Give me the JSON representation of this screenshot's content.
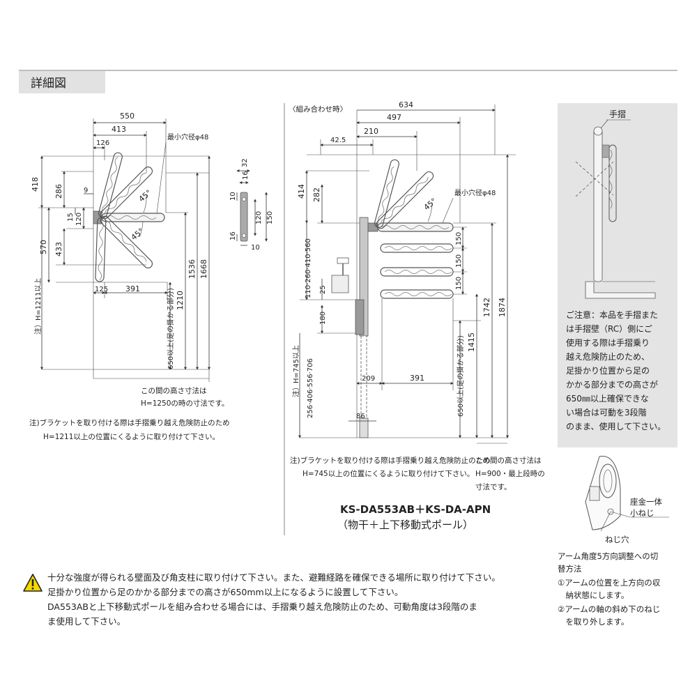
{
  "header": {
    "title": "詳細図"
  },
  "left_drawing": {
    "dims": {
      "w550": "550",
      "w413": "413",
      "w126": "126",
      "w9": "9",
      "h418": "418",
      "h286": "286",
      "h15": "15",
      "h120": "120",
      "h570": "570",
      "h433": "433",
      "w125": "125",
      "w391": "391",
      "h1210": "1210",
      "h1536": "1536",
      "h1668": "1668",
      "angle_up": "45°",
      "angle_down": "45°",
      "hole": "最小穴径φ48",
      "vertical_note": "注）H=1211以上",
      "foot_label": "650以上(足の掛かる部分)"
    },
    "bracket": {
      "w32": "32",
      "w16": "16",
      "h10a": "10",
      "h120": "120",
      "h150": "150",
      "h16": "16",
      "w10": "10"
    },
    "height_note": [
      "この間の高さ寸法は",
      "H=1250の時の寸法です。"
    ],
    "bracket_note": [
      "注)ブラケットを取り付ける際は手摺乗り越え危険防止のため",
      "H=1211以上の位置にくるように取り付けて下さい。"
    ]
  },
  "right_drawing": {
    "combo_label": "〈組み合わせ時〉",
    "dims": {
      "w634": "634",
      "w497": "497",
      "w210": "210",
      "w42_5": "42.5",
      "h414": "414",
      "h282": "282",
      "hole": "最小穴径φ48",
      "angle": "45°",
      "h_series": "110·260·410·560",
      "s150a": "150",
      "s150b": "150",
      "s150c": "150",
      "h25": "25",
      "h180": "180",
      "h1415": "1415",
      "h1742": "1742",
      "h1874": "1874",
      "w209": "209",
      "w391": "391",
      "w86": "86",
      "vertical_note": "注）H=745以上",
      "h_series2": "256·406·556·706",
      "foot_label": "650以上(足の掛かる部分)"
    },
    "bracket_note": [
      "注)ブラケットを取り付ける際は手摺乗り越え危険防止のため",
      "H=745以上の位置にくるように取り付けて下さい。"
    ],
    "height_note": [
      "この間の高さ寸法は",
      "H=900・最上段時の",
      "寸法です。"
    ],
    "model": "KS-DA553AB＋KS-DA-APN",
    "model_sub": "（物干＋上下移動式ポール）"
  },
  "side_panel": {
    "label": "手摺",
    "caution": [
      "ご注意：本品を手摺また",
      "は手摺壁（RC）側にご",
      "使用する際は手摺乗り",
      "越え危険防止のため、",
      "足掛かり位置から足の",
      "かかる部分までの高さが",
      "650㎜以上確保できな",
      "い場合は可動を3段階",
      "のまま、使用して下さい。"
    ]
  },
  "adjust_detail": {
    "washer_label": [
      "座金一体",
      "小ねじ"
    ],
    "hole_label": "ねじ穴",
    "title": [
      "アーム角度5方向調整への切",
      "替方法"
    ],
    "steps": [
      "①アームの位置を上方向の収",
      "　納状態にします。",
      "②アームの軸の斜め下のねじ",
      "　を取り外します。"
    ]
  },
  "bottom_notes": [
    "十分な強度が得られる壁面及び角支柱に取り付けて下さい。また、避難経路を確保できる場所に取り付けて下さい。",
    "足掛かり位置から足のかかる部分までの高さが650mm以上になるように設置して下さい。",
    "DA553ABと上下移動式ポールを組み合わせる場合には、手摺乗り越え危険防止のため、可動角度は3段階のま",
    "ま使用して下さい。"
  ],
  "colors": {
    "panel_bg": "#e4e4e4",
    "warning_yellow": "#f5d800",
    "line": "#333333"
  }
}
